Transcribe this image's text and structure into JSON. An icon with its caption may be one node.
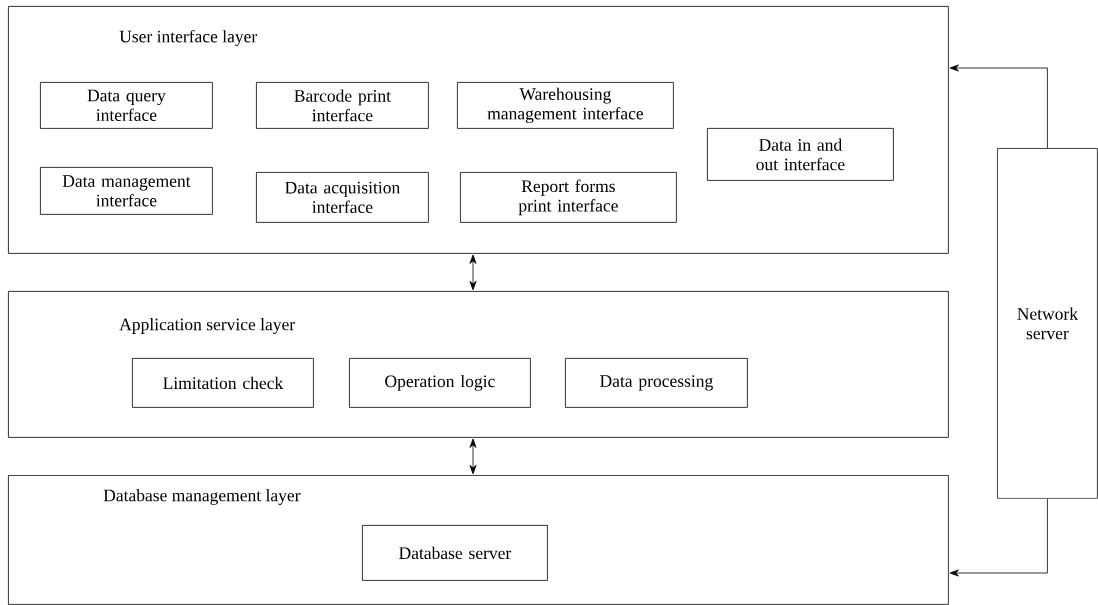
{
  "diagram": {
    "nodes": [
      {
        "text": [
          "User interface layer"
        ]
      },
      {
        "text": [
          "Data query interface"
        ],
        "in": 0
      },
      {
        "text": [
          "Barcode print interface"
        ],
        "in": 0
      },
      {
        "text": [
          "Warehousing management interface"
        ],
        "in": 0
      },
      {
        "text": [
          "Data in and out interface"
        ],
        "in": 0
      },
      {
        "text": [
          "Data management interface"
        ],
        "in": 0
      },
      {
        "text": [
          "Data acquisition interface"
        ],
        "in": 0
      },
      {
        "text": [
          "Report forms print interface"
        ],
        "in": 0
      },
      {
        "text": [
          "Application service layer"
        ]
      },
      {
        "text": [
          "Limitation check"
        ],
        "in": 8
      },
      {
        "text": [
          "Operation logic"
        ],
        "in": 8
      },
      {
        "text": [
          "Data processing"
        ],
        "in": 8
      },
      {
        "text": [
          "Database management layer"
        ]
      },
      {
        "text": [
          "Database server"
        ],
        "in": 12
      },
      {
        "text": [
          "Network server"
        ]
      }
    ],
    "edges": [
      {
        "from": 0,
        "to": 8,
        "arrow": "both"
      },
      {
        "from": 8,
        "to": 12,
        "arrow": "both"
      },
      {
        "from": 14,
        "to": 0,
        "arrow": "to"
      },
      {
        "from": 14,
        "to": 12,
        "arrow": "to"
      }
    ]
  }
}
